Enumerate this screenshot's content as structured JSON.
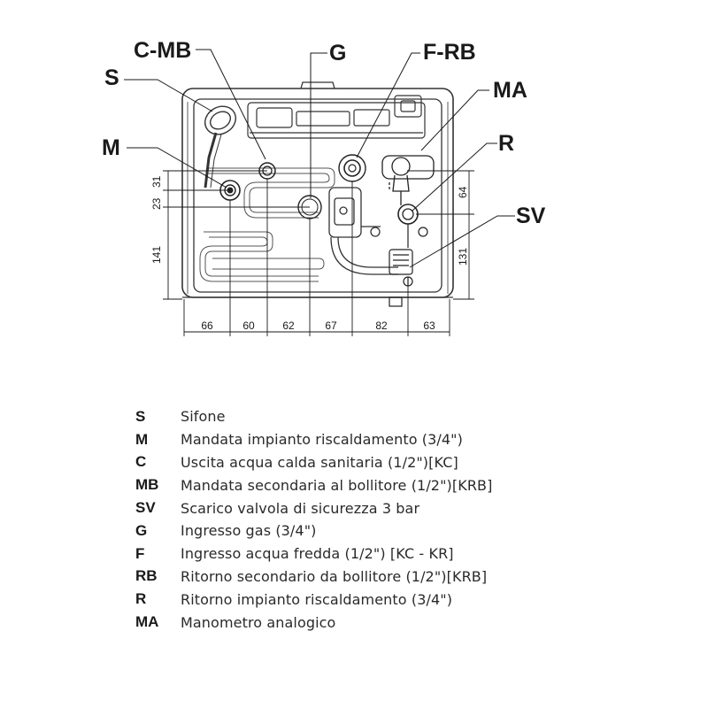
{
  "callouts": {
    "s": "S",
    "c_mb": "C-MB",
    "g": "G",
    "f_rb": "F-RB",
    "ma": "MA",
    "m": "M",
    "r": "R",
    "sv": "SV"
  },
  "dimensions": {
    "horizontal": [
      "66",
      "60",
      "62",
      "67",
      "82",
      "63"
    ],
    "left_vertical": [
      "23",
      "31",
      "141"
    ],
    "right_vertical": [
      "64",
      "131"
    ]
  },
  "legend": [
    {
      "code": "S",
      "description": "Sifone"
    },
    {
      "code": "M",
      "description": "Mandata impianto riscaldamento (3/4\")"
    },
    {
      "code": "C",
      "description": "Uscita acqua calda sanitaria (1/2\")[KC]"
    },
    {
      "code": "MB",
      "description": "Mandata secondaria al bollitore (1/2\")[KRB]"
    },
    {
      "code": "SV",
      "description": "Scarico valvola di sicurezza 3 bar"
    },
    {
      "code": "G",
      "description": "Ingresso gas (3/4\")"
    },
    {
      "code": "F",
      "description": "Ingresso acqua fredda (1/2\") [KC - KR]"
    },
    {
      "code": "RB",
      "description": "Ritorno secondario da bollitore (1/2\")[KRB]"
    },
    {
      "code": "R",
      "description": "Ritorno impianto riscaldamento (3/4\")"
    },
    {
      "code": "MA",
      "description": "Manometro analogico"
    }
  ]
}
